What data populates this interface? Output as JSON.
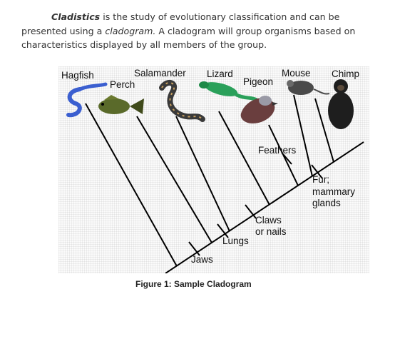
{
  "intro": {
    "term": "Cladistics",
    "part1": " is the study of evolutionary classification and can be presented using a ",
    "term2": "cladogram.",
    "part2": " A cladogram will group organisms based on characteristics displayed by all members of the group."
  },
  "organisms": {
    "hagfish": "Hagfish",
    "perch": "Perch",
    "salamander": "Salamander",
    "lizard": "Lizard",
    "pigeon": "Pigeon",
    "mouse": "Mouse",
    "chimp": "Chimp"
  },
  "traits": {
    "jaws": "Jaws",
    "lungs": "Lungs",
    "claws_line1": "Claws",
    "claws_line2": "or nails",
    "feathers": "Feathers",
    "fur_line1": "Fur;",
    "fur_line2": "mammary",
    "fur_line3": "glands"
  },
  "caption": "Figure 1: Sample Cladogram",
  "colors": {
    "hagfish": "#3b5fd0",
    "perch": "#5a6a2a",
    "salamander": "#3a3a3a",
    "lizard": "#2aa05a",
    "pigeon": "#7a4a4a",
    "mouse": "#4a4a4a",
    "chimp": "#1e1e1e"
  }
}
